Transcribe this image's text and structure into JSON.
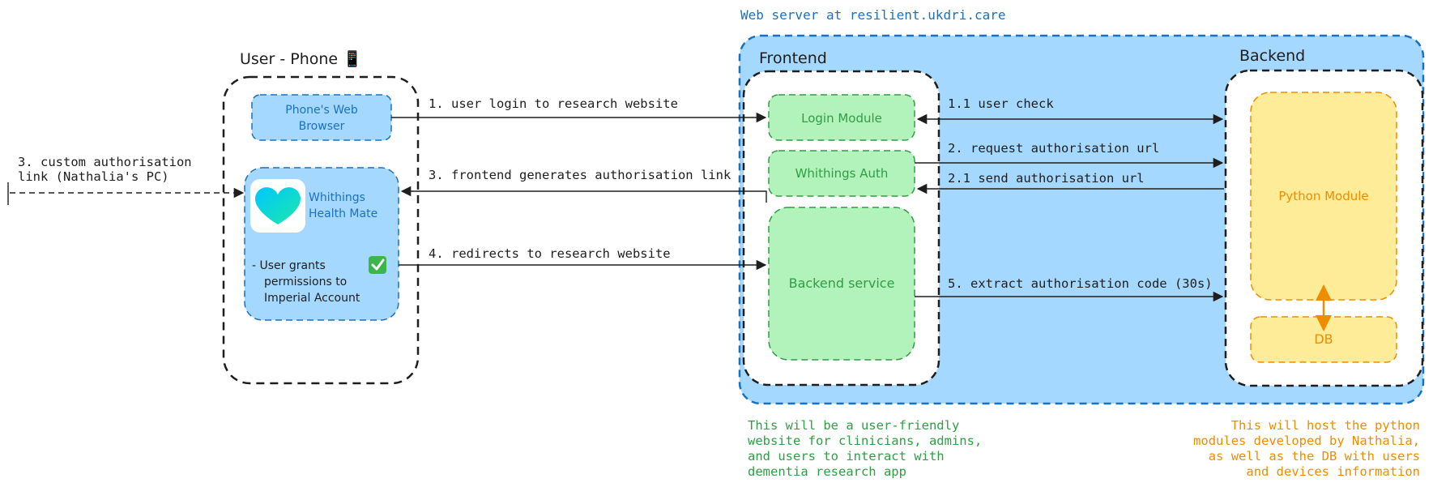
{
  "server": {
    "title": "Web server at resilient.ukdri.care",
    "frontend_label": "Frontend",
    "backend_label": "Backend",
    "frontend_note": [
      "This will be a user-friendly",
      "website for clinicians, admins,",
      "and users to interact with",
      "dementia research app"
    ],
    "backend_note": [
      "This will host the python",
      "modules developed by Nathalia,",
      "as well as the DB with users",
      "and devices information"
    ]
  },
  "phone": {
    "title": "User - Phone 📱",
    "browser_label": [
      "Phone's Web",
      "Browser"
    ],
    "app_label": [
      "Whithings",
      "Health Mate"
    ],
    "grant_label": [
      "- User grants",
      "permissions to",
      "Imperial Account"
    ],
    "check_icon": "check-mark-icon"
  },
  "modules": {
    "login": "Login Module",
    "whithings_auth": "Whithings Auth",
    "backend_service": "Backend service",
    "python": "Python Module",
    "db": "DB"
  },
  "flows": {
    "f1": "1. user login to research website",
    "f1_1": "1.1 user check",
    "f2": "2. request authorisation url",
    "f2_1": "2.1 send authorisation url",
    "f3": "3. frontend generates authorisation link",
    "f3_ext": [
      "3. custom authorisation",
      "link (Nathalia's PC)"
    ],
    "f4": "4. redirects to research website",
    "f5": "5. extract authorisation code (30s)"
  },
  "colors": {
    "server_fill": "#a5d8ff",
    "server_stroke": "#1971c2",
    "green_fill": "#b2f2bb",
    "green_stroke": "#2f9e44",
    "yellow_fill": "#ffec99",
    "orange_stroke": "#f08c00",
    "ink": "#1e1e1e",
    "blue_text": "#1971c2"
  }
}
